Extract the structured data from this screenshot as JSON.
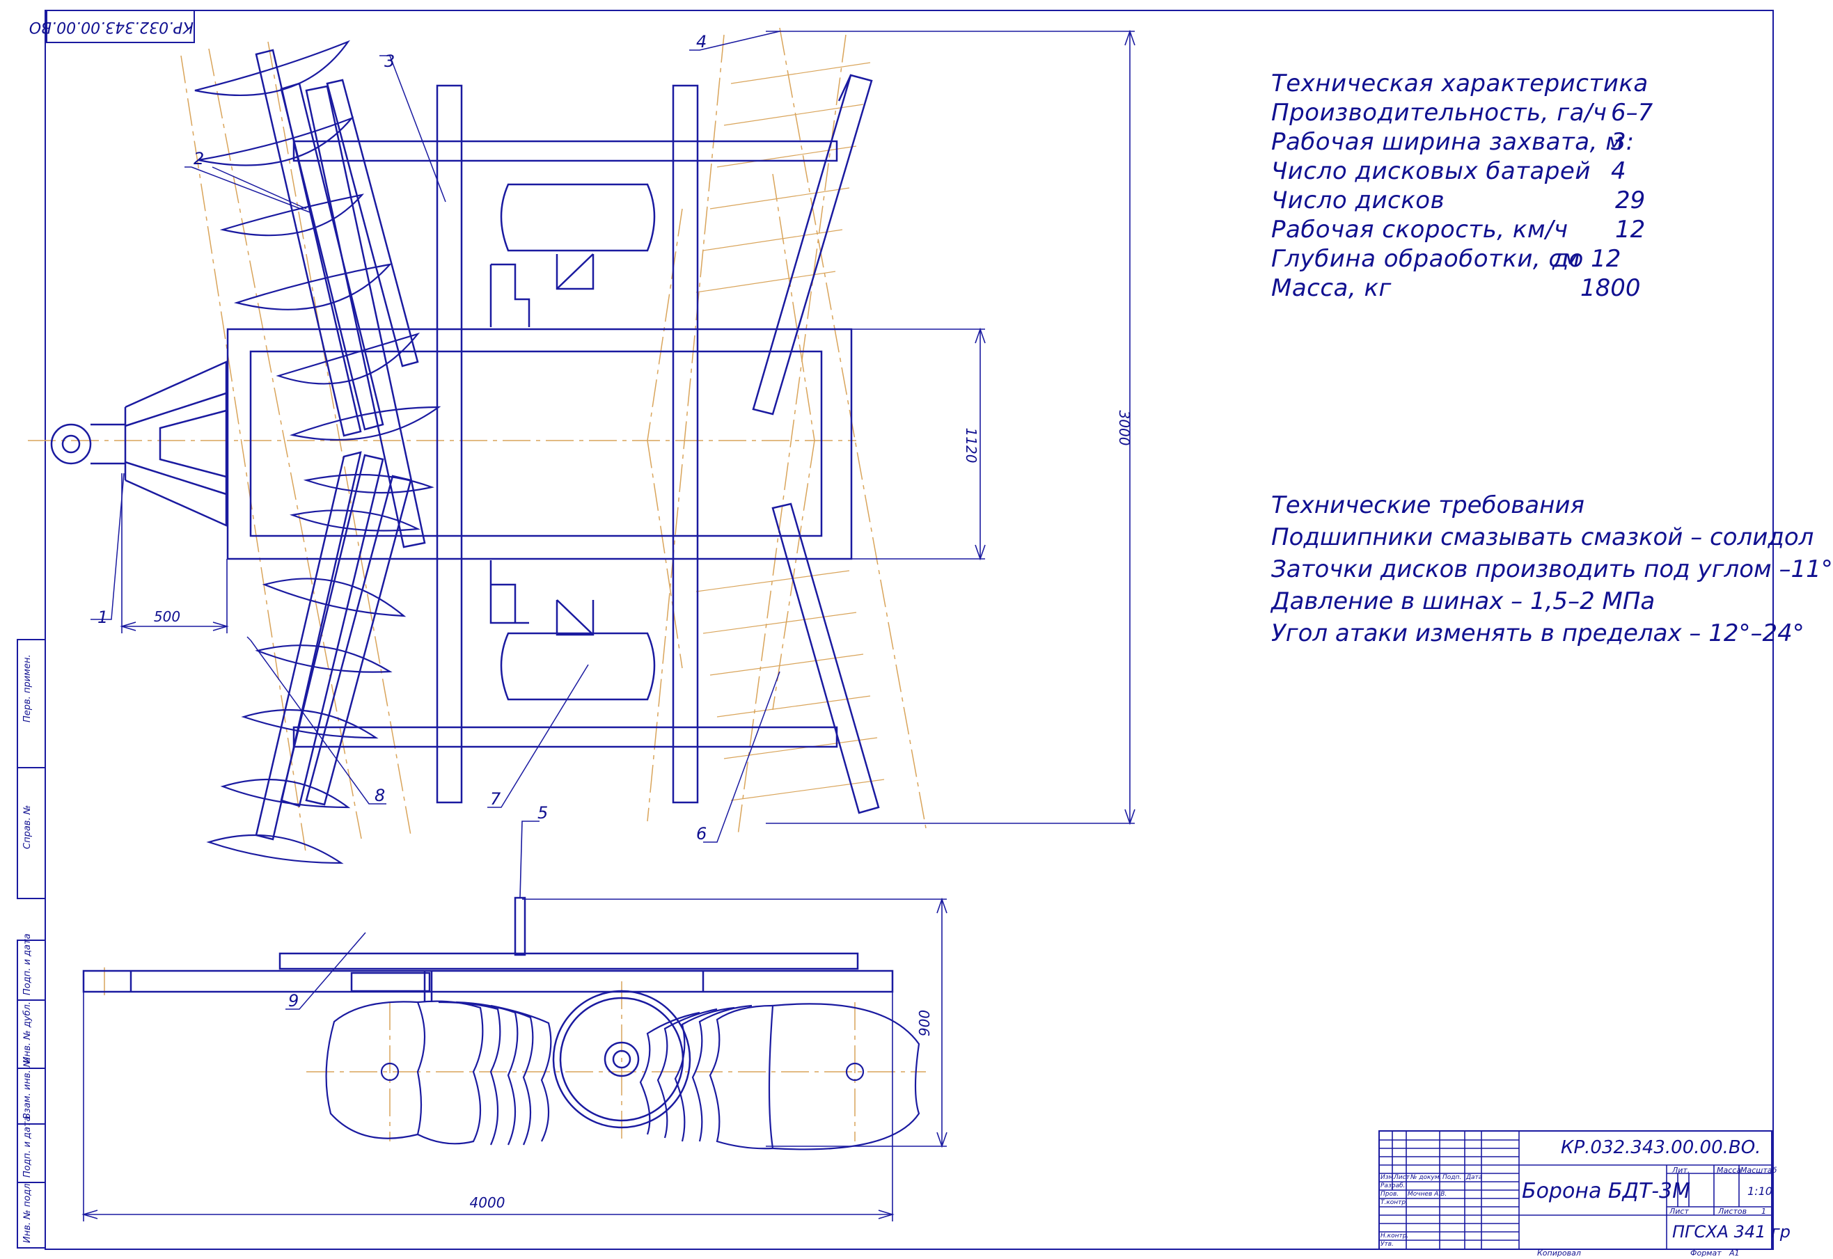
{
  "drawing": {
    "stamp_code": "КР.032.343.00.00.ВО"
  },
  "tech_specs": {
    "heading": "Техническая характеристика",
    "rows": [
      {
        "label": "Производительность, га/ч",
        "value": "6–7"
      },
      {
        "label": "Рабочая ширина захвата, м",
        "value": "3:"
      },
      {
        "label": "Число дисковых батарей",
        "value": "4"
      },
      {
        "label": "Число дисков",
        "value": "29"
      },
      {
        "label": "Рабочая скорость, км/ч",
        "value": "12"
      },
      {
        "label": "Глубина обраоботки, см",
        "value": "до 12"
      },
      {
        "label": "Масса, кг",
        "value": "1800"
      }
    ]
  },
  "tech_requirements": {
    "heading": "Технические требования",
    "rows": [
      "Подшипники смазывать смазкой – солидол",
      "Заточки дисков производить под углом –11°",
      "Давление в шинах  – 1,5–2 МПа",
      "Угол атаки изменять в пределах – 12°–24°"
    ]
  },
  "dimensions": {
    "d500": "500",
    "d1120": "1120",
    "d3000": "3000",
    "d900": "900",
    "d4000": "4000"
  },
  "callouts": [
    "1",
    "2",
    "3",
    "4",
    "5",
    "6",
    "7",
    "8",
    "9"
  ],
  "side_strip": {
    "upper": [
      "Перв. примен.",
      "Справ. №"
    ],
    "lower": [
      "Подп. и дата",
      "Инв. № дубл.",
      "Взам. инв. №",
      "Подп. и дата",
      "Инв. № подл."
    ]
  },
  "title_block": {
    "doc_code": "КР.032.343.00.00.ВО.",
    "name": "Борона БДТ-3М",
    "col_lit": "Лит.",
    "col_mass": "Масса",
    "col_scale": "Масштаб",
    "scale": "1:10",
    "sheet_label": "Лист",
    "sheets_label": "Листов",
    "sheets_count": "1",
    "org": "ПГСХА 341 гр",
    "header_cells": [
      "Изм.",
      "Лист",
      "№ докум.",
      "Подп.",
      "Дата"
    ],
    "roles": [
      "Разраб.",
      "Пров.",
      "Т.контр.",
      "",
      "Н.контр.",
      "Утв."
    ],
    "checker": "Мочнев А.В.",
    "copied": "Копировал",
    "format_label": "Формат",
    "format": "А1"
  },
  "colors": {
    "ink": "#1a1aa0",
    "axis": "#d9a45a"
  }
}
